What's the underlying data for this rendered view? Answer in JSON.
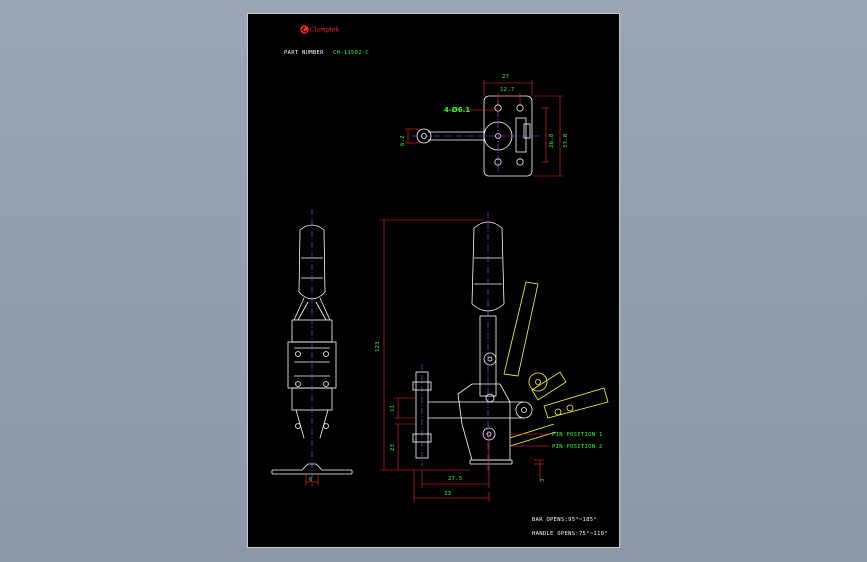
{
  "drawing": {
    "brand_name": "Clamptek",
    "part_number_label": "PART NUMBER",
    "part_number_value": "CH-11502-C",
    "notes": {
      "bar_opens": "BAR OPENS:95°~185°",
      "handle_opens": "HANDLE OPENS:75°~110°"
    },
    "pin_positions": [
      "PIN POSITION 1",
      "PIN POSITION 2"
    ],
    "hole_callout": "4-Ø6.1",
    "dimensions": {
      "top_width": "27",
      "top_inner_width": "12.7",
      "top_inner_height": "26.8",
      "top_height": "37.8",
      "arm_width": "6.2",
      "overall_height": "123",
      "spindle_mid": "11",
      "spindle_base": "23",
      "reach_inner": "27.5",
      "reach_outer": "33",
      "base_thickness": "3",
      "side_width": "6"
    },
    "colors": {
      "background": "#000000",
      "outline": "#ffffff",
      "dimension": "#ff2020",
      "text_green": "#33ff33",
      "centerline": "#b44cff",
      "alt_position": "#ffff33"
    }
  }
}
